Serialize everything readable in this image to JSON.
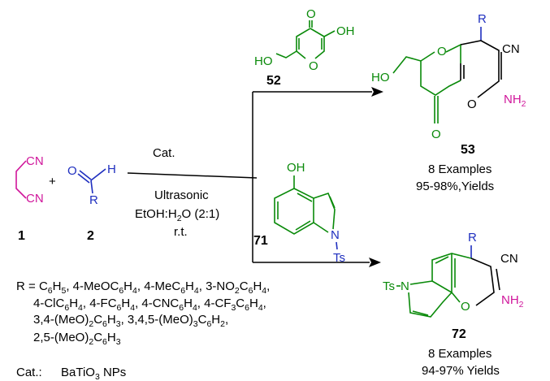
{
  "compounds": {
    "c1": {
      "label": "1",
      "groups": [
        "CN",
        "CN"
      ]
    },
    "c2": {
      "label": "2",
      "atoms": {
        "o": "O",
        "h": "H",
        "r": "R"
      }
    },
    "c52": {
      "label": "52",
      "atoms": {
        "keto_o": "O",
        "ring_o": "O",
        "oh": "OH",
        "ho": "HO"
      }
    },
    "c53": {
      "label": "53",
      "atoms": {
        "r": "R",
        "cn": "CN",
        "nh2": "NH",
        "nh2_sub": "2",
        "ho": "HO",
        "o_ring1": "O",
        "o_ring2": "O",
        "keto_o": "O"
      }
    },
    "c71": {
      "label": "71",
      "atoms": {
        "oh": "OH",
        "n": "N",
        "ts": "Ts"
      }
    },
    "c72": {
      "label": "72",
      "atoms": {
        "r": "R",
        "cn": "CN",
        "nh2": "NH",
        "nh2_sub": "2",
        "ts": "Ts",
        "n": "N",
        "o_ring": "O"
      }
    }
  },
  "plus": "+",
  "conditions": {
    "above": "Cat.",
    "line1": "Ultrasonic",
    "line2_a": "EtOH:H",
    "line2_sub": "2",
    "line2_b": "O (2:1)",
    "line3": "r.t."
  },
  "results": {
    "r53_count": "8 Examples",
    "r53_yield": "95-98%,Yields",
    "r72_count": "8 Examples",
    "r72_yield": "94-97% Yields"
  },
  "r_definition": {
    "lead": "R = ",
    "line1": [
      [
        "C",
        "6"
      ],
      [
        "H",
        "5"
      ],
      [
        ", 4-MeOC",
        "6"
      ],
      [
        "H",
        "4"
      ],
      [
        ", 4-MeC",
        "6"
      ],
      [
        "H",
        "4"
      ],
      [
        ", 3-NO",
        "2"
      ],
      [
        "C",
        "6"
      ],
      [
        "H",
        "4"
      ],
      [
        ",",
        ""
      ]
    ],
    "line2": [
      [
        "4-ClC",
        "6"
      ],
      [
        "H",
        "4"
      ],
      [
        ", 4-FC",
        "6"
      ],
      [
        "H",
        "4"
      ],
      [
        ", 4-CNC",
        "6"
      ],
      [
        "H",
        "4"
      ],
      [
        ", 4-CF",
        "3"
      ],
      [
        "C",
        "6"
      ],
      [
        "H",
        "4"
      ],
      [
        ",",
        ""
      ]
    ],
    "line3": [
      [
        "3,4-(MeO)",
        "2"
      ],
      [
        "C",
        "6"
      ],
      [
        "H",
        "3"
      ],
      [
        ", 3,4,5-(MeO)",
        "3"
      ],
      [
        "C",
        "6"
      ],
      [
        "H",
        "2"
      ],
      [
        ",",
        ""
      ]
    ],
    "line4": [
      [
        "2,5-(MeO)",
        "2"
      ],
      [
        "C",
        "6"
      ],
      [
        "H",
        "3"
      ]
    ]
  },
  "catalyst": {
    "label": "Cat.:",
    "name_a": "BaTiO",
    "name_sub": "3",
    "name_b": " NPs"
  },
  "colors": {
    "green": "#0a8a0a",
    "magenta": "#d0169b",
    "blue": "#1f2fbf",
    "black": "#000000"
  }
}
